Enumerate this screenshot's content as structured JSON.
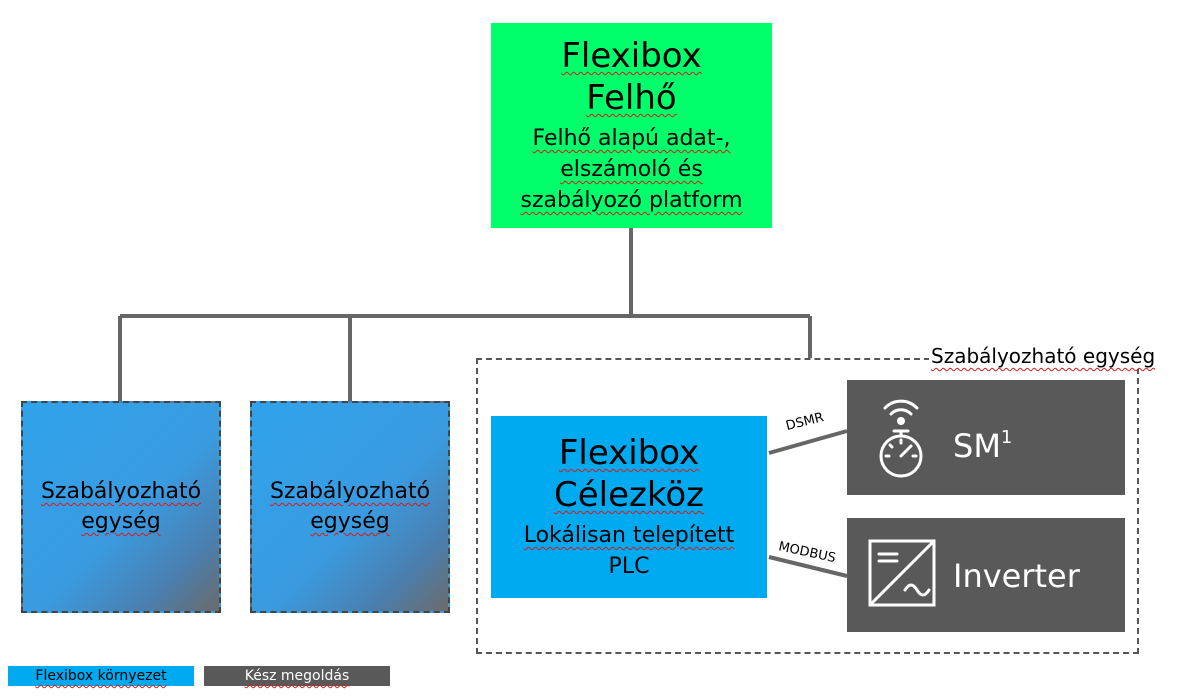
{
  "cloud": {
    "title_line1": "Flexibox",
    "title_line2": "Felhő",
    "desc_line1": "Felhő alapú adat-,",
    "desc_line2": "elszámoló és",
    "desc_line3": "szabályozó platform"
  },
  "regulators": [
    {
      "line1": "Szabályozható",
      "line2": "egység"
    },
    {
      "line1": "Szabályozható",
      "line2": "egység"
    }
  ],
  "group": {
    "title": "Szabályozható egység"
  },
  "plc": {
    "title_line1": "Flexibox",
    "title_line2": "Célezköz",
    "desc_line1": "Lokálisan telepített",
    "desc_line2": "PLC"
  },
  "devices": {
    "sm": {
      "label": "SM",
      "sup": "1",
      "icon": "smart-meter-icon",
      "protocol": "DSMR"
    },
    "inverter": {
      "label": "Inverter",
      "icon": "inverter-icon",
      "protocol": "MODBUS"
    }
  },
  "legend": {
    "env": "Flexibox környezet",
    "ready": "Kész megoldás"
  },
  "colors": {
    "cloud": "#00ff6a",
    "plc": "#00aaf0",
    "device": "#595959",
    "connector": "#666666"
  }
}
